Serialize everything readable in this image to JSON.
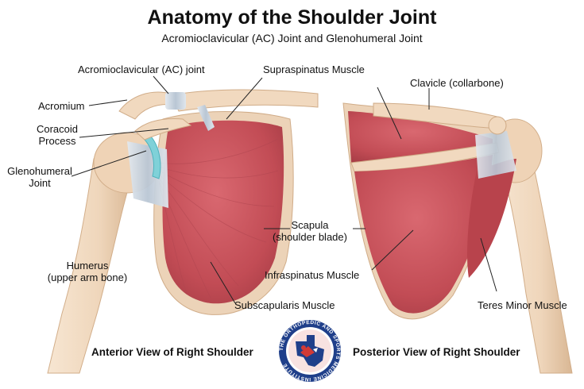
{
  "title": "Anatomy of the Shoulder Joint",
  "subtitle": "Acromioclavicular (AC) Joint and Glenohumeral Joint",
  "labels": {
    "ac_joint": "Acromioclavicular (AC) joint",
    "supraspinatus": "Supraspinatus Muscle",
    "clavicle": "Clavicle (collarbone)",
    "acromium": "Acromium",
    "coracoid_line1": "Coracoid",
    "coracoid_line2": "Process",
    "glenohumeral_line1": "Glenohumeral",
    "glenohumeral_line2": "Joint",
    "scapula_line1": "Scapula",
    "scapula_line2": "(shoulder blade)",
    "humerus_line1": "Humerus",
    "humerus_line2": "(upper arm bone)",
    "infraspinatus": "Infraspinatus Muscle",
    "subscapularis": "Subscapularis Muscle",
    "teres_minor": "Teres Minor Muscle"
  },
  "views": {
    "anterior": "Anterior View of Right Shoulder",
    "posterior": "Posterior View of Right Shoulder"
  },
  "logo": {
    "text": "THE ORTHOPEDIC AND SPORTS MEDICINE INSTITUTE",
    "icon": "texas-athlete-logo"
  },
  "colors": {
    "muscle": "#c9545a",
    "muscle_dark": "#a83c44",
    "bone": "#f1d9bf",
    "bone_shadow": "#d9b593",
    "ligament": "#cfd8e2",
    "cartilage": "#7fd1d8",
    "logo_blue": "#1f3f8a",
    "logo_red": "#d23a36"
  }
}
